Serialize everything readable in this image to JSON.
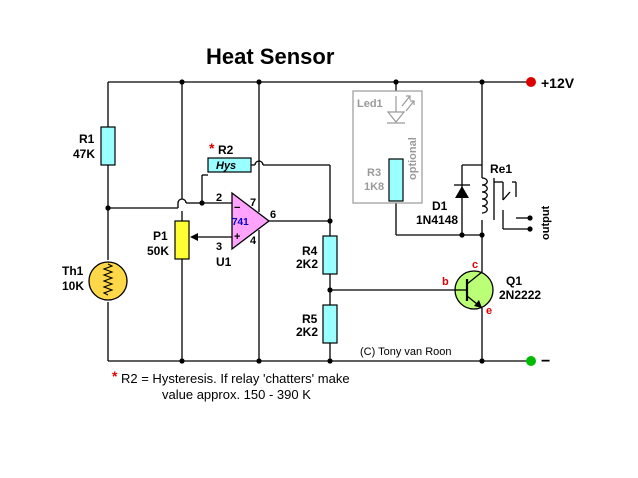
{
  "title": "Heat Sensor",
  "supply": {
    "positive": "+12V",
    "negative": "−"
  },
  "components": {
    "r1": {
      "name": "R1",
      "value": "47K"
    },
    "r2": {
      "star": "*",
      "name": "R2",
      "label": "Hys"
    },
    "th1": {
      "name": "Th1",
      "value": "10K"
    },
    "p1": {
      "name": "P1",
      "value": "50K"
    },
    "u1": {
      "name": "U1",
      "chip": "741",
      "pins": {
        "p2": "2",
        "p3": "3",
        "p4": "4",
        "p6": "6",
        "p7": "7"
      },
      "minus": "−",
      "plus": "+"
    },
    "r4": {
      "name": "R4",
      "value": "2K2"
    },
    "r5": {
      "name": "R5",
      "value": "2K2"
    },
    "led1": {
      "name": "Led1"
    },
    "r3": {
      "name": "R3",
      "value": "1K8"
    },
    "optional": "optional",
    "d1": {
      "name": "D1",
      "value": "1N4148"
    },
    "re1": {
      "name": "Re1"
    },
    "output": "output",
    "q1": {
      "name": "Q1",
      "value": "2N2222",
      "b": "b",
      "c": "c",
      "e": "e"
    }
  },
  "credit": "(C) Tony van Roon",
  "note": {
    "star": "*",
    "line1": "R2 = Hysteresis.  If relay 'chatters' make",
    "line2": "value approx. 150 - 390 K"
  },
  "colors": {
    "resistor": "#99ffff",
    "opamp": "#ffa3ff",
    "pot": "#ffff33",
    "thermistor": "#ffd84a",
    "transistor": "#bbff77",
    "positive_terminal": "#dd0000",
    "negative_terminal": "#00bb00",
    "optional_box": "#9a9a9a",
    "star": "#dd0000"
  }
}
